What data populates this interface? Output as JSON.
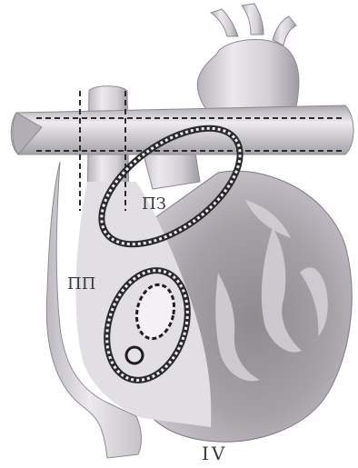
{
  "diagram": {
    "labels": {
      "pz": "ПЗ",
      "pp": "ПП",
      "figure_number": "IV"
    },
    "colors": {
      "background": "#ffffff",
      "vessel": "#d9d6da",
      "vessel_shadow": "#9c98a0",
      "heart": "#a49ea4",
      "heart_dark": "#6f6a72",
      "heart_highlight": "#e7e4e8",
      "suture": "#2a2a2a",
      "label": "#3a3a3a"
    }
  }
}
